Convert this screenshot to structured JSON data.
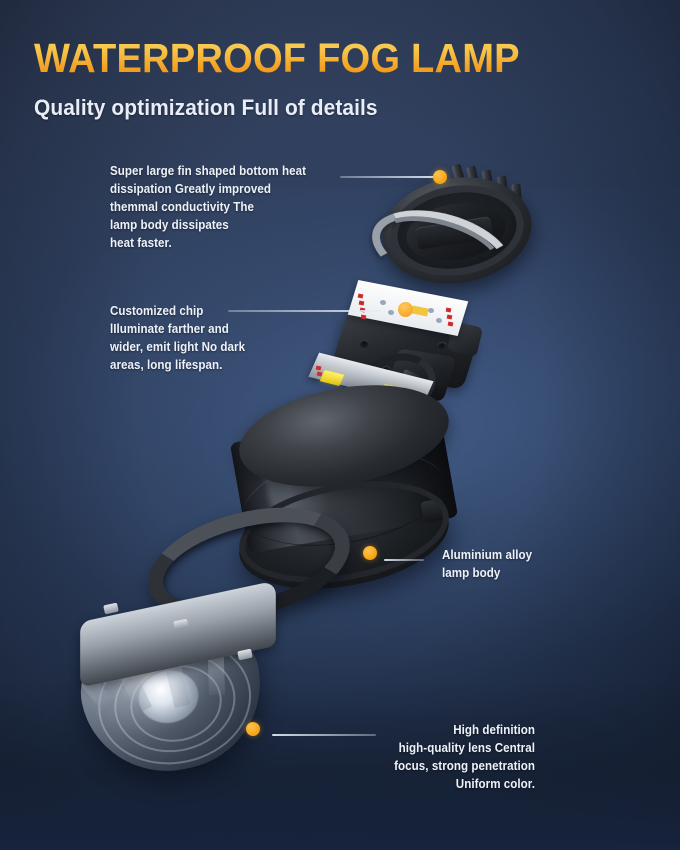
{
  "header": {
    "title": "WATERPROOF FOG LAMP",
    "subtitle": "Quality optimization Full of details"
  },
  "theme": {
    "accent": "#f7aa22",
    "title_gradient_top": "#f8d25a",
    "title_gradient_bottom": "#ef8f16",
    "text_color": "#eef2f8",
    "bg_top": "#35425e",
    "bg_bottom": "#1b2840",
    "leader_line": "#e2ecf8"
  },
  "callouts": [
    {
      "id": "heat-dissipation",
      "text": "Super large fin shaped bottom heat\ndissipation Greatly improved\nthemmal conductivity The\nlamp body dissipates\nheat faster.",
      "align": "left",
      "has_dot": true
    },
    {
      "id": "customized-chip",
      "text": "Customized chip\nlIluminate farther and\nwider, emit light No dark\nareas, long lifespan.",
      "align": "left",
      "has_dot": false
    },
    {
      "id": "aluminium-alloy-lamp-body",
      "text": "Aluminium alloy\nlamp body",
      "align": "right",
      "has_dot": true
    },
    {
      "id": "high-definition-lens",
      "text": "High definition\nhigh-quality lens Central\nfocus, strong penetration\nUniform color.",
      "align": "right",
      "has_dot": true
    }
  ],
  "parts": [
    {
      "id": "heat-sink",
      "label": "heat-sink-assembly"
    },
    {
      "id": "driver-board",
      "label": "driver-pcb-module"
    },
    {
      "id": "led-strip",
      "label": "led-chip-strip"
    },
    {
      "id": "lamp-body",
      "label": "aluminium-alloy-housing"
    },
    {
      "id": "gasket-ring",
      "label": "waterproof-gasket-ring"
    },
    {
      "id": "lens",
      "label": "high-definition-lens-assembly"
    }
  ]
}
